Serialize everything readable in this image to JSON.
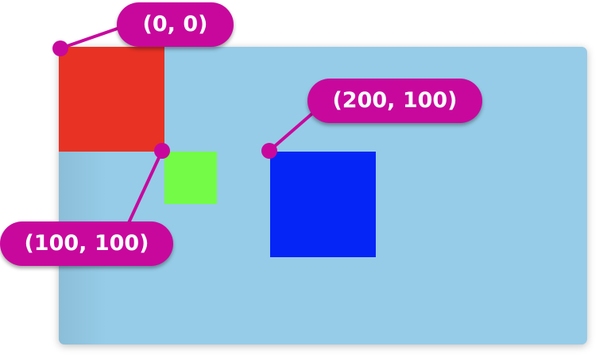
{
  "colors": {
    "canvas": "#96cce8",
    "red_square": "#e83224",
    "green_square": "#73fb47",
    "blue_square": "#0425f6",
    "callout": "#c8089d"
  },
  "callouts": {
    "origin": "(0, 0)",
    "point_100_100": "(100, 100)",
    "point_200_100": "(200, 100)"
  }
}
